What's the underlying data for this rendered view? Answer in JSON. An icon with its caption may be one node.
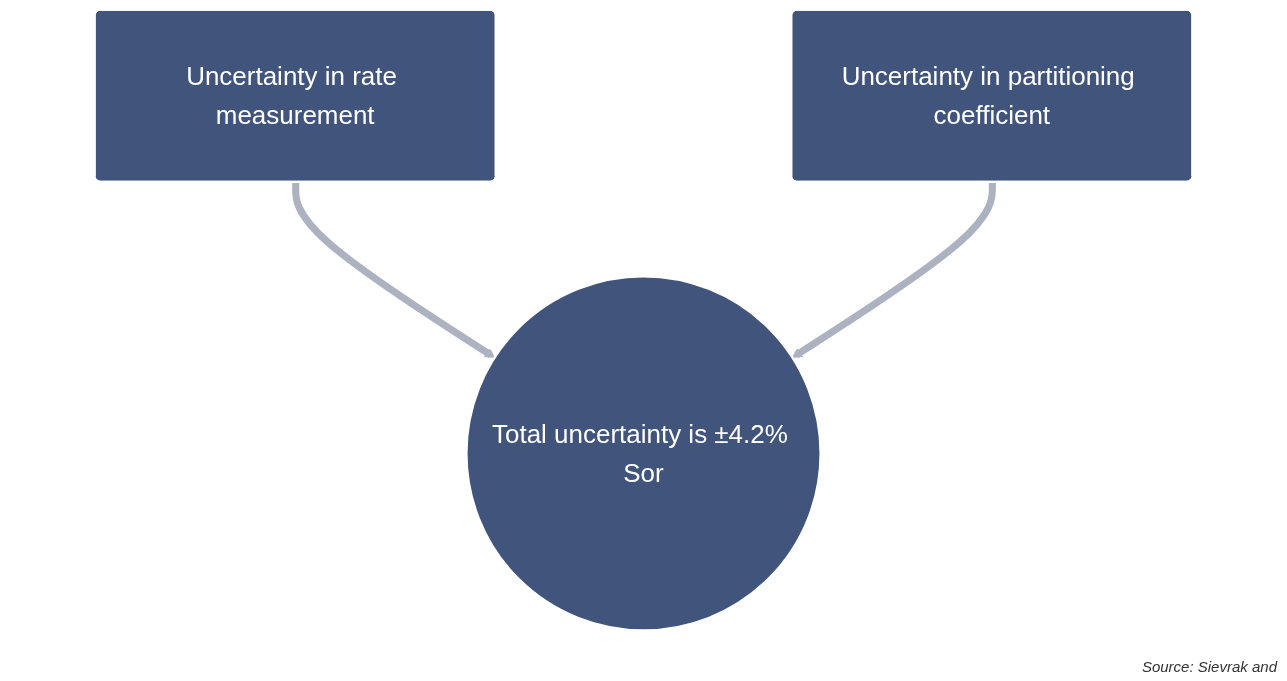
{
  "diagram": {
    "nodes": [
      {
        "text": [
          "Uncertainty in rate measurement"
        ]
      },
      {
        "text": [
          "Uncertainty in partitioning coefficient"
        ]
      },
      {
        "text": [
          "Total uncertainty is ±4.2% Sor"
        ]
      }
    ],
    "edges": [
      {
        "from": 0,
        "to": 2,
        "arrow": "to"
      },
      {
        "from": 1,
        "to": 2,
        "arrow": "to"
      }
    ],
    "labels": [
      "Source: Sievrak and"
    ]
  }
}
